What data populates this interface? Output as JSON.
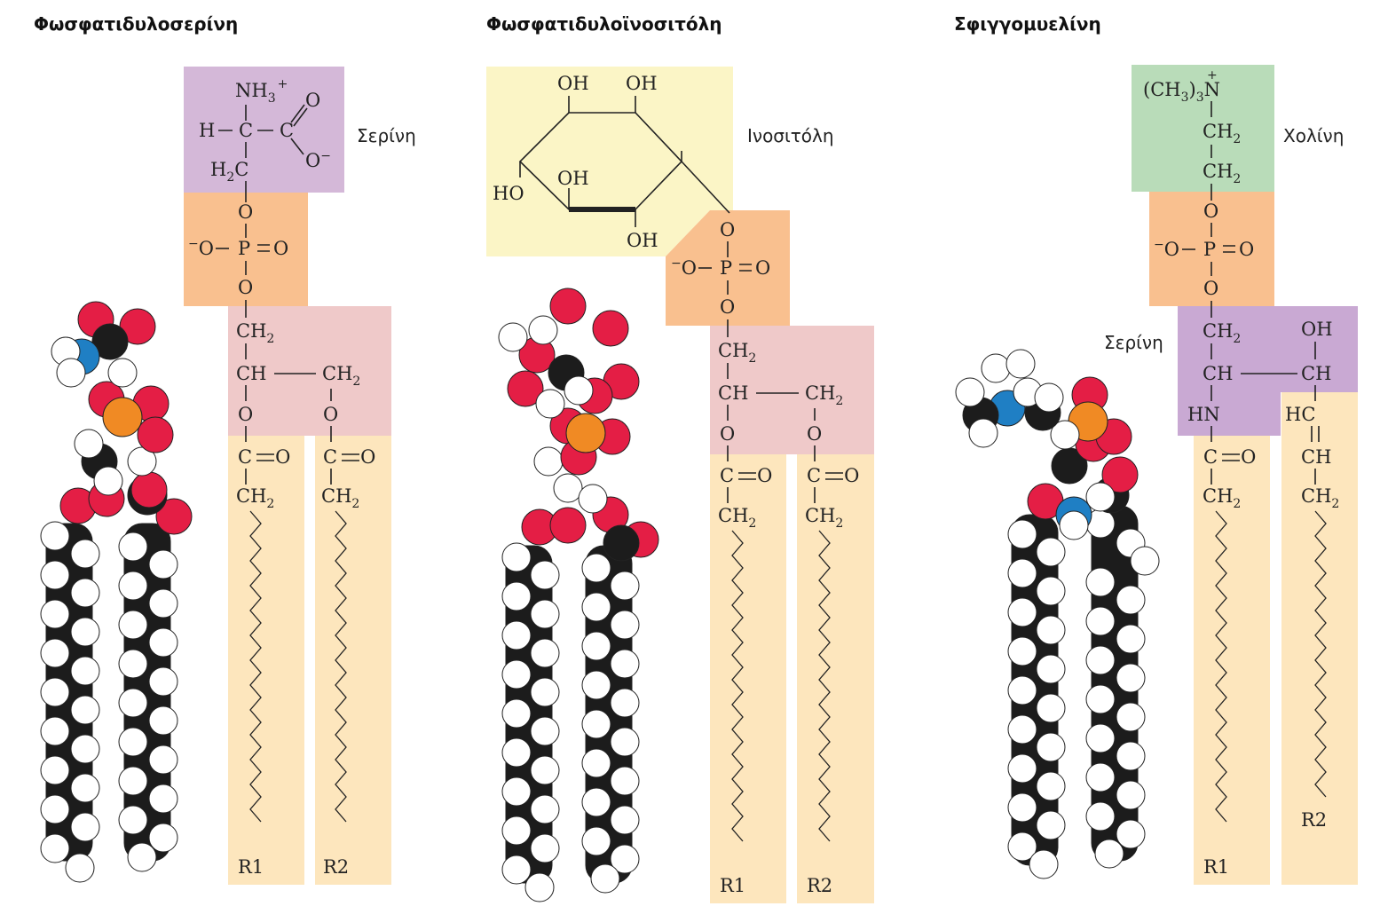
{
  "panels": [
    {
      "title": "Φωσφατιδυλοσερίνη",
      "headgroup_label": "Σερίνη",
      "headgroup_formula": [
        "NH",
        "3",
        "+",
        "H",
        "C",
        "C",
        "O",
        "O",
        "−",
        "H",
        "2",
        "C"
      ],
      "phosphate": [
        "O",
        "−",
        "O",
        "P",
        "O",
        "O"
      ],
      "glycerol": [
        "CH",
        "2",
        "CH",
        "CH",
        "2",
        "O",
        "O"
      ],
      "chains": [
        "C",
        "O",
        "CH",
        "2",
        "R1",
        "R2"
      ]
    },
    {
      "title": "Φωσφατιδυλοϊνοσιτόλη",
      "headgroup_label": "Ινοσιτόλη",
      "ring_groups": [
        "OH",
        "OH",
        "OH",
        "HO",
        "OH"
      ],
      "chains": [
        "R1",
        "R2"
      ]
    },
    {
      "title": "Σφιγγομυελίνη",
      "headgroup_label": "Χολίνη",
      "backbone_label": "Σερίνη",
      "headgroup_formula": [
        "(CH",
        "3",
        ")",
        "3",
        "N",
        "+"
      ],
      "sphingosine": [
        "OH",
        "CH",
        "HN",
        "HC",
        "CH"
      ],
      "chains": [
        "R1",
        "R2"
      ]
    }
  ],
  "colors": {
    "serine_box": "#d4b8d8",
    "phosphate_box": "#f9c08f",
    "glycerol_box": "#efc9c9",
    "chain_box": "#fde6bd",
    "inositol_box": "#fbf5c6",
    "choline_box": "#b9dcb9",
    "sphingo_box": "#c9a9d3",
    "atom_oxygen": "#e41e45",
    "atom_carbon": "#1c1c1c",
    "atom_hydrogen": "#ffffff",
    "atom_nitrogen": "#1f7fc4",
    "atom_phosphorus": "#f08a24"
  }
}
